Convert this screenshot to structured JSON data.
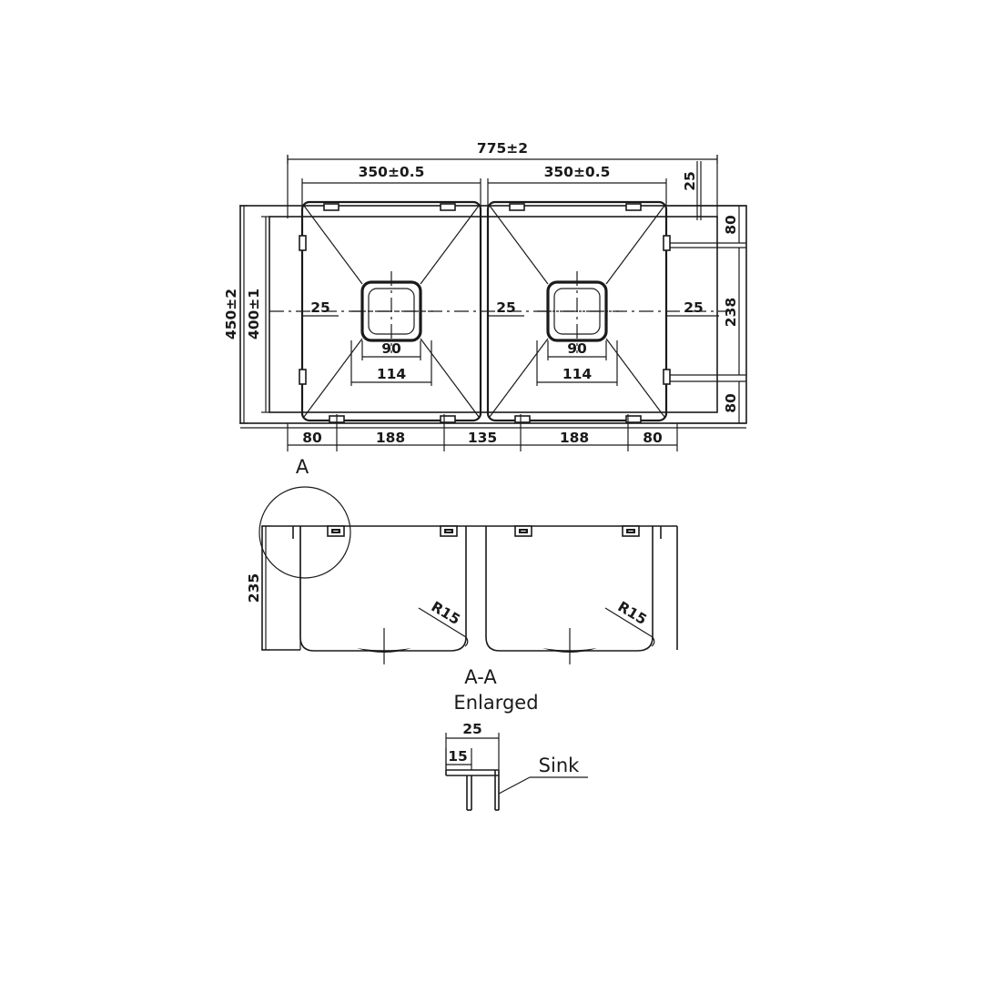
{
  "drawing": {
    "type": "technical-drawing",
    "subject": "Double bowl undermount kitchen sink",
    "units": "mm",
    "views": [
      {
        "name": "top-view",
        "label": ""
      },
      {
        "name": "front-view",
        "label": ""
      },
      {
        "name": "detail-view",
        "label": "A-A Enlarged"
      }
    ]
  },
  "top_view": {
    "overall_width": "775±2",
    "overall_height": "450±2",
    "inner_height": "400±1",
    "bowl_left_width": "350±0.5",
    "bowl_right_width": "350±0.5",
    "rim_left": "25",
    "rim_right": "25",
    "rim_top": "25",
    "gap_center": "25",
    "bowl_left_center_offset": "25",
    "bowl_right_center_offset": "25",
    "drain_outer_left": "114",
    "drain_inner_left": "90",
    "drain_outer_right": "114",
    "drain_inner_right": "90",
    "bottom_dims": [
      "80",
      "188",
      "135",
      "188",
      "80"
    ],
    "right_dims": [
      "25",
      "80",
      "238",
      "80"
    ]
  },
  "front_view": {
    "depth": "235",
    "detail_bubble_label": "A",
    "radius_left": "R15",
    "radius_right": "R15",
    "clip_count": 4
  },
  "detail_view": {
    "title_line1": "A-A",
    "title_line2": "Enlarged",
    "dim_outer": "25",
    "dim_inner": "15",
    "leader_label": "Sink"
  },
  "colors": {
    "line": "#1a1a1a",
    "background": "#ffffff"
  }
}
